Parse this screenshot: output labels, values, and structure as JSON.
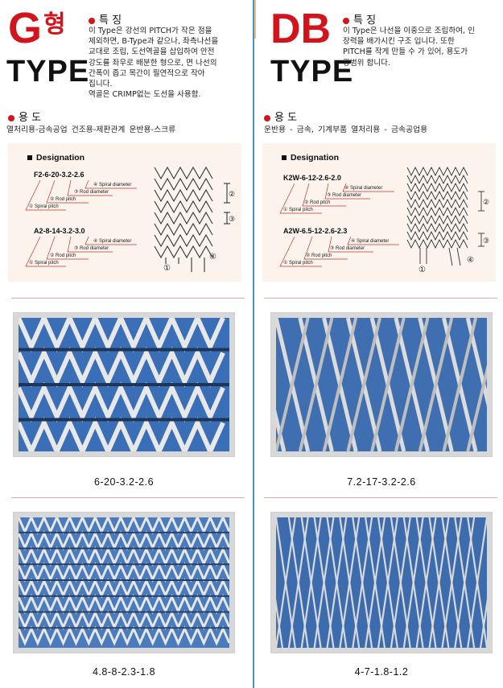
{
  "left": {
    "title_letter": "G",
    "title_suffix": "형",
    "title_word": "TYPE",
    "feature_heading": "특 징",
    "feature_text": "이 Type은 강선의 PITCH가 작은 점을\n제외하면, B-Type과 같으나, 좌측나선을\n교대로 조립, 도선역골을 삽입하여 안전\n강도를 좌우로 배분한 형으로, 면 나선의\n간폭이 좁고 목간이 필연적으로 작아\n집니다.\n역골은 CRIMP없는 도선을 사용함.",
    "usage_heading": "용 도",
    "usage_text": "열처리용-금속공업  건조용-제판관계  운반용-스크류",
    "designation": {
      "title": "Designation",
      "code1": "F2-6-20-3.2-2.6",
      "code2": "A2-8-14-3.2-3.0",
      "labels": [
        "④ Spiral diameter",
        "③ Rod diameter",
        "② Rod pitch",
        "① Spiral pitch"
      ],
      "markers": [
        "①",
        "②",
        "③",
        "④"
      ]
    },
    "photo1_caption": "6-20-3.2-2.6",
    "photo2_caption": "4.8-8-2.3-1.8"
  },
  "right": {
    "title_word1": "DB",
    "title_word2": "TYPE",
    "feature_heading": "특 징",
    "feature_text": "이 Type은 나선을 이중으로 조립하여, 인\n장력을 배가시킨 구조 입니다.  또한\nPITCH를 작게 만들 수 가 있어, 용도가\n광범위 합니다.",
    "usage_heading": "용 도",
    "usage_text": "운반용 - 금속, 기계부품        열처리용 - 금속공업용",
    "designation": {
      "title": "Designation",
      "code1": "K2W-6-12-2.6-2.0",
      "code2": "A2W-6.5-12-2.6-2.3",
      "labels": [
        "④ Spiral diameter",
        "③ Rod diameter",
        "② Rod pitch",
        "① Spiral pitch"
      ],
      "markers": [
        "①",
        "②",
        "③",
        "④"
      ]
    },
    "photo1_caption": "7.2-17-3.2-2.6",
    "photo2_caption": "4-7-1.8-1.2"
  },
  "colors": {
    "accent_red": "#d4141c",
    "divider_blue": "#4a8fd1",
    "mesh_blue": "#3f6fb0"
  }
}
